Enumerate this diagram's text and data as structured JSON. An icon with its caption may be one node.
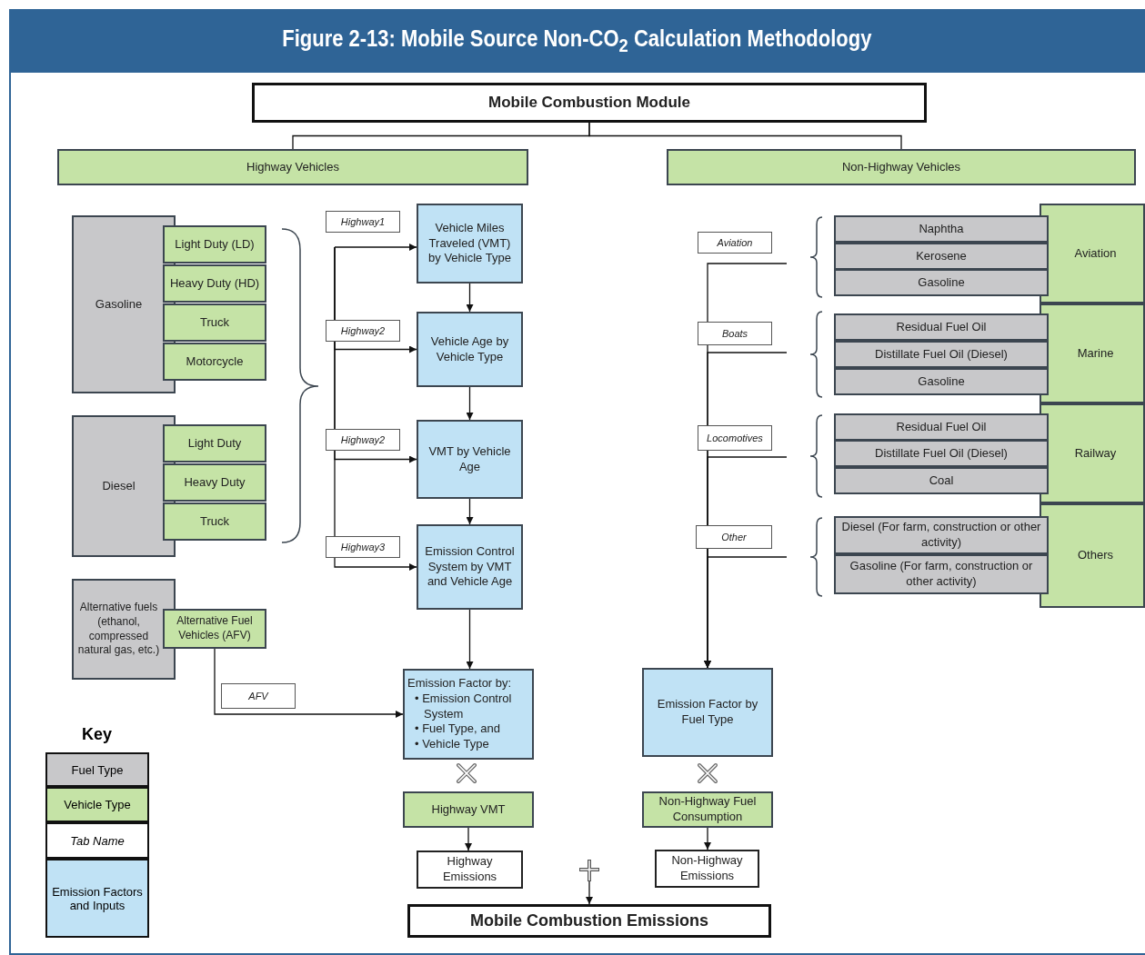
{
  "diagram": {
    "title": "Figure 2-13: Mobile Source Non-CO$_{2}$ Calculation Methodology",
    "nodes": [
      {
        "text": [
          "Mobile Combustion Module"
        ]
      },
      {
        "text": [
          "Highway Vehicles"
        ]
      },
      {
        "text": [
          "Non-Highway Vehicles"
        ]
      },
      {
        "text": [
          "Gasoline"
        ]
      },
      {
        "text": [
          "Light Duty (LD)"
        ]
      },
      {
        "text": [
          "Heavy Duty (HD)"
        ]
      },
      {
        "text": [
          "Truck"
        ]
      },
      {
        "text": [
          "Motorcycle"
        ]
      },
      {
        "text": [
          "Diesel"
        ]
      },
      {
        "text": [
          "Light Duty"
        ]
      },
      {
        "text": [
          "Heavy Duty"
        ]
      },
      {
        "text": [
          "Truck"
        ]
      },
      {
        "text": [
          "Alternative fuels (ethanol, compressed natural gas, etc.)"
        ]
      },
      {
        "text": [
          "Alternative Fuel Vehicles (AFV)"
        ]
      },
      {
        "text": [
          "Highway1"
        ]
      },
      {
        "text": [
          "Vehicle Miles Traveled (VMT) by Vehicle Type"
        ]
      },
      {
        "text": [
          "Highway2"
        ]
      },
      {
        "text": [
          "Vehicle Age by Vehicle Type"
        ]
      },
      {
        "text": [
          "Highway2"
        ]
      },
      {
        "text": [
          "VMT by Vehicle Age"
        ]
      },
      {
        "text": [
          "Highway3"
        ]
      },
      {
        "text": [
          "Emission Control System by VMT and Vehicle Age"
        ]
      },
      {
        "text": [
          "AFV"
        ]
      },
      {
        "text": [
          "Emission Factor by:",
          "• Emission Control System",
          "• Fuel Type, and",
          "• Vehicle Type"
        ]
      },
      {
        "text": [
          "Highway VMT"
        ]
      },
      {
        "text": [
          "Highway Emissions"
        ]
      },
      {
        "text": [
          "Aviation"
        ]
      },
      {
        "text": [
          "Naphtha"
        ]
      },
      {
        "text": [
          "Kerosene"
        ]
      },
      {
        "text": [
          "Gasoline"
        ]
      },
      {
        "text": [
          "Aviation"
        ]
      },
      {
        "text": [
          "Boats"
        ]
      },
      {
        "text": [
          "Residual Fuel Oil"
        ]
      },
      {
        "text": [
          "Distillate Fuel Oil (Diesel)"
        ]
      },
      {
        "text": [
          "Gasoline"
        ]
      },
      {
        "text": [
          "Marine"
        ]
      },
      {
        "text": [
          "Locomotives"
        ]
      },
      {
        "text": [
          "Residual Fuel Oil"
        ]
      },
      {
        "text": [
          "Distillate Fuel Oil (Diesel)"
        ]
      },
      {
        "text": [
          "Coal"
        ]
      },
      {
        "text": [
          "Railway"
        ]
      },
      {
        "text": [
          "Other"
        ]
      },
      {
        "text": [
          "Diesel (For farm, construction or other activity)"
        ]
      },
      {
        "text": [
          "Gasoline (For farm, construction or other activity)"
        ]
      },
      {
        "text": [
          "Others"
        ]
      },
      {
        "text": [
          "Emission Factor by Fuel Type"
        ]
      },
      {
        "text": [
          "Non-Highway Fuel Consumption"
        ]
      },
      {
        "text": [
          "Non-Highway Emissions"
        ]
      },
      {
        "text": [
          "Mobile Combustion Emissions"
        ]
      }
    ],
    "edges": [
      {
        "from": 0,
        "to": 1,
        "arrow": "none"
      },
      {
        "from": 0,
        "to": 2,
        "arrow": "none"
      },
      {
        "from": null,
        "to": 15,
        "arrow": "to"
      },
      {
        "from": null,
        "to": 17,
        "arrow": "to"
      },
      {
        "from": null,
        "to": 19,
        "arrow": "to"
      },
      {
        "from": null,
        "to": 21,
        "arrow": "to"
      },
      {
        "from": 15,
        "to": 17,
        "arrow": "to"
      },
      {
        "from": 17,
        "to": 19,
        "arrow": "to"
      },
      {
        "from": 19,
        "to": 21,
        "arrow": "to"
      },
      {
        "from": 21,
        "to": 23,
        "arrow": "to"
      },
      {
        "from": 13,
        "to": 23,
        "arrow": "to"
      },
      {
        "from": 24,
        "to": 25,
        "arrow": "to"
      },
      {
        "from": null,
        "to": 45,
        "arrow": "to"
      },
      {
        "from": null,
        "to": 45,
        "arrow": "to"
      },
      {
        "from": null,
        "to": 45,
        "arrow": "to"
      },
      {
        "from": null,
        "to": 45,
        "arrow": "to"
      },
      {
        "from": 46,
        "to": 47,
        "arrow": "to"
      },
      {
        "from": null,
        "to": 48,
        "arrow": "to"
      }
    ],
    "labels": [
      "Key"
    ],
    "legend": [
      {
        "text": "Fuel Type",
        "color": "#c8c8ca"
      },
      {
        "text": "Vehicle Type",
        "color": "#c5e3a6"
      },
      {
        "text": "Tab Name",
        "color": "#ffffff"
      },
      {
        "text": "Emission Factors and Inputs",
        "color": "#c0e2f5"
      }
    ]
  }
}
